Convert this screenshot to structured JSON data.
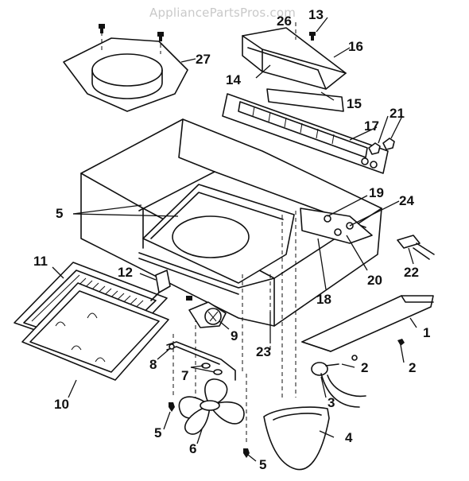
{
  "watermark": "AppliancePartsPros.com",
  "callouts": {
    "c1": "1",
    "c2a": "2",
    "c2b": "2",
    "c3": "3",
    "c4": "4",
    "c5a": "5",
    "c5b": "5",
    "c5c": "5",
    "c6": "6",
    "c7": "7",
    "c8": "8",
    "c9": "9",
    "c10": "10",
    "c11": "11",
    "c12": "12",
    "c13": "13",
    "c14": "14",
    "c15": "15",
    "c16": "16",
    "c17": "17",
    "c18": "18",
    "c19": "19",
    "c20": "20",
    "c21": "21",
    "c22": "22",
    "c23": "23",
    "c24": "24",
    "c26": "26",
    "c27": "27"
  }
}
